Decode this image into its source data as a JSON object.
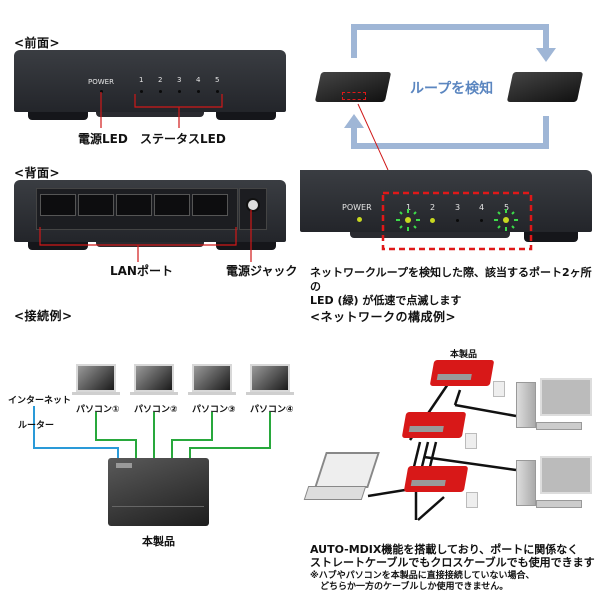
{
  "front": {
    "heading": "<前面>",
    "power_label": "POWER",
    "port_numbers": [
      "1",
      "2",
      "3",
      "4",
      "5"
    ],
    "callout_power": "電源LED",
    "callout_status": "ステータスLED"
  },
  "back": {
    "heading": "<背面>",
    "callout_lan": "LANポート",
    "callout_power_jack": "電源ジャック"
  },
  "loop": {
    "title": "ループを検知",
    "power_label": "POWER",
    "port_numbers": [
      "1",
      "2",
      "3",
      "4",
      "5"
    ],
    "blinking_ports": [
      "1",
      "5"
    ],
    "caption_line1": "ネットワークループを検知した際、該当するポート2ヶ所の",
    "caption_line2": "LED (緑) が低速で点滅します",
    "colors": {
      "arrow": "#9fb6d6",
      "title": "#5b86c0",
      "highlight": "#e01818",
      "blink": "#3ddc4a",
      "led": "#c8d820"
    }
  },
  "connection": {
    "heading": "<接続例>",
    "internet_label": "インターネット",
    "router_label": "ルーター",
    "pcs": [
      "パソコン①",
      "パソコン②",
      "パソコン③",
      "パソコン④"
    ],
    "product_label": "本製品",
    "colors": {
      "uplink": "#2a9ad8",
      "lan": "#28a83c"
    }
  },
  "network": {
    "heading": "<ネットワークの構成例>",
    "product_label": "本製品",
    "caption_line1": "AUTO-MDIX機能を搭載しており、ポートに関係なく",
    "caption_line2": "ストレートケーブルでもクロスケーブルでも使用できます",
    "note_line1": "※ハブやパソコンを本製品に直接接続していない場合、",
    "note_line2": "どちらか一方のケーブルしか使用できません。",
    "colors": {
      "switch": "#d81818"
    }
  }
}
